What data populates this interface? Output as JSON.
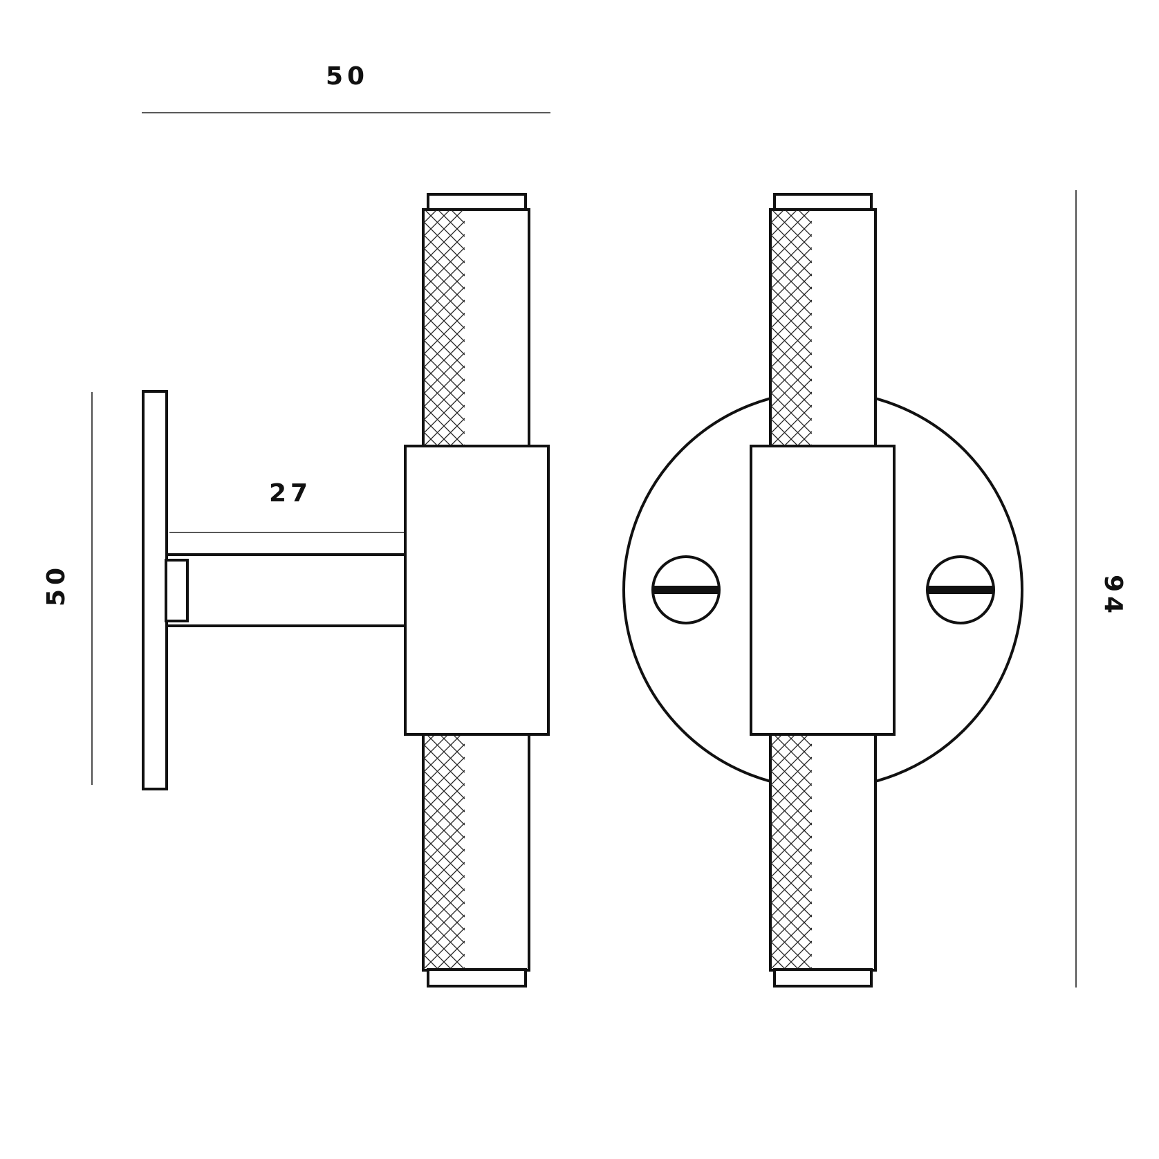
{
  "dimensions": {
    "overall_depth": "50",
    "stem_length": "27",
    "rose_height": "50",
    "overall_height": "94"
  },
  "colors": {
    "line": "#111111",
    "background": "#ffffff"
  }
}
